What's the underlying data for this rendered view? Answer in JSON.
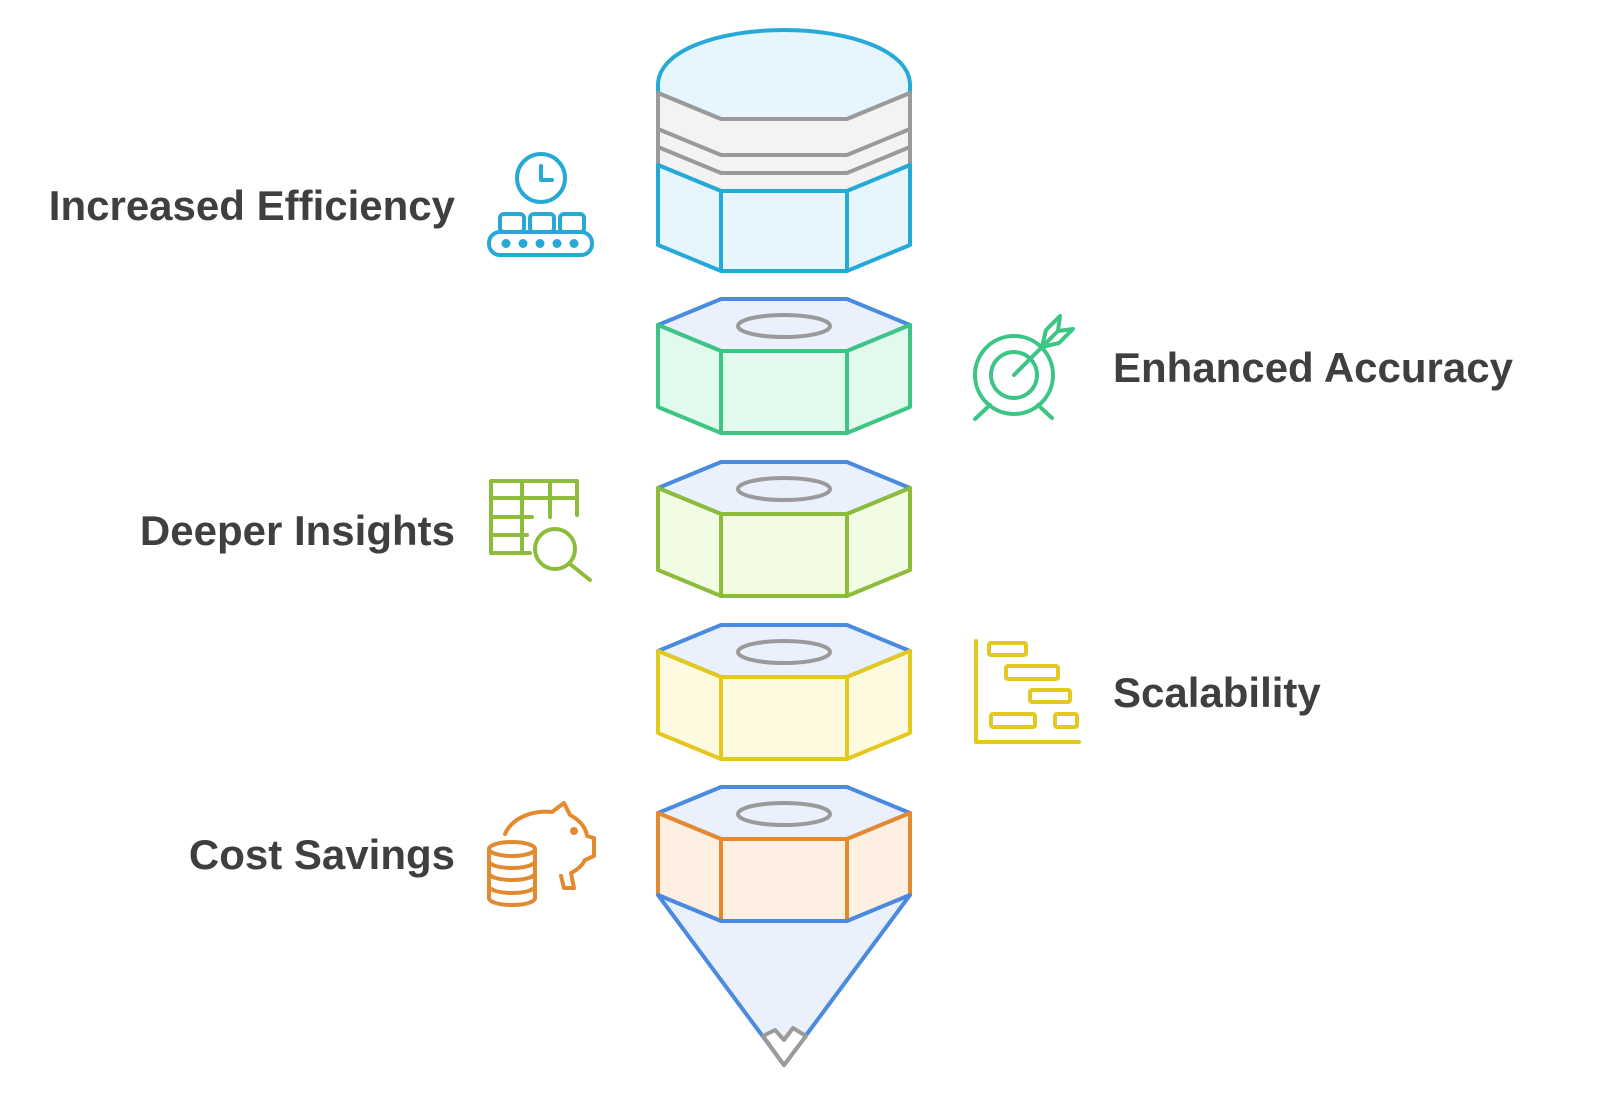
{
  "colors": {
    "text": "#3f3f3f",
    "gray_stroke": "#9a9a9a",
    "top_face_fill": "#eaf1fc",
    "top_face_edge": "#4a8ae0",
    "efficiency": "#27a9d8",
    "accuracy": "#3cc584",
    "insights": "#8dbb3a",
    "scalability": "#e2c81f",
    "savings": "#e38a31"
  },
  "stages": [
    {
      "label": "Increased Efficiency",
      "side": "left",
      "icon": "conveyor-clock-icon",
      "color": "#27a9d8",
      "fill": "#e6f6fc"
    },
    {
      "label": "Enhanced Accuracy",
      "side": "right",
      "icon": "target-arrow-icon",
      "color": "#3cc584",
      "fill": "#e2f9ee"
    },
    {
      "label": "Deeper Insights",
      "side": "left",
      "icon": "table-search-icon",
      "color": "#8dbb3a",
      "fill": "#f2fbe4"
    },
    {
      "label": "Scalability",
      "side": "right",
      "icon": "gantt-chart-icon",
      "color": "#e2c81f",
      "fill": "#fdfadf"
    },
    {
      "label": "Cost Savings",
      "side": "left",
      "icon": "piggy-bank-coins-icon",
      "color": "#e38a31",
      "fill": "#fdf0e2"
    }
  ]
}
